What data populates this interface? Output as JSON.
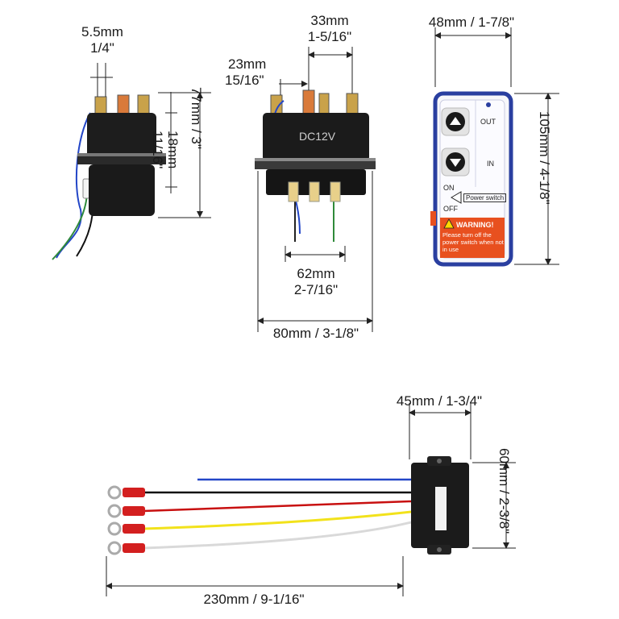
{
  "dimensions": {
    "terminal_width_mm": "5.5mm",
    "terminal_width_in": "1/4\"",
    "terminal_gap_mm": "23mm",
    "terminal_gap_in": "15/16\"",
    "terminal_span_mm": "33mm",
    "terminal_span_in": "1-5/16\"",
    "remote_width": "48mm / 1-7/8\"",
    "solenoid_height": "77mm / 3\"",
    "base_height_mm": "18mm",
    "base_height_in": "11/16\"",
    "remote_height": "105mm / 4-1/8\"",
    "mount_width_mm": "62mm",
    "mount_width_in": "2-7/16\"",
    "body_width": "80mm / 3-1/8\"",
    "receiver_width": "45mm / 1-3/4\"",
    "receiver_height": "60mm / 2-3/8\"",
    "cable_length": "230mm / 9-1/16\""
  },
  "solenoid": {
    "label": "DC12V"
  },
  "remote": {
    "out_label": "OUT",
    "in_label": "IN",
    "on_label": "ON",
    "off_label": "OFF",
    "power_switch_label": "Power switch",
    "warning_title": "WARNING!",
    "warning_text": "Please turn off the power switch when not in use"
  },
  "colors": {
    "remote_border": "#2a3fa0",
    "warning_bg": "#e8501f",
    "wire_blue": "#2346c7",
    "wire_black": "#111111",
    "wire_red": "#c81010",
    "wire_yellow": "#f2e21b",
    "wire_white": "#e9e9e9",
    "wire_green": "#2f8a3a"
  }
}
